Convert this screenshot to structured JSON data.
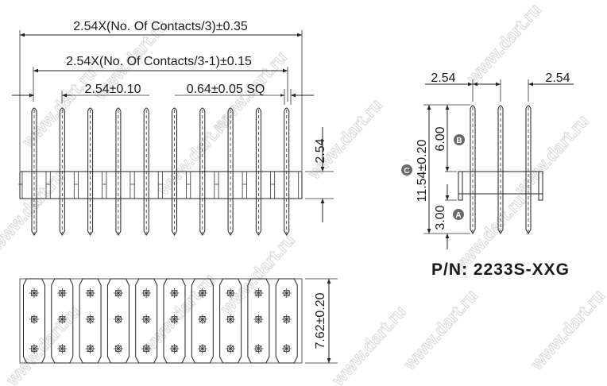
{
  "front_view": {
    "overall_length": "2.54X(No. Of Contacts/3)±0.35",
    "pin_span": "2.54X(No. Of Contacts/3-1)±0.15",
    "pitch": "2.54±0.10",
    "pin_size": "0.64±0.05 SQ",
    "body_height": "2.54",
    "pin_count_shown": 10
  },
  "side_view": {
    "pitch_left": "2.54",
    "pitch_right": "2.54",
    "total_length": "11.54±0.20",
    "upper_length": "6.00",
    "lower_length": "3.00",
    "markers": {
      "a": "A",
      "b": "B",
      "c": "C"
    }
  },
  "bottom_view": {
    "width": "7.62±0.20",
    "rows": 3,
    "columns": 10
  },
  "part_number": "P/N: 2233S-XXG",
  "watermark": "www.dart.ru"
}
